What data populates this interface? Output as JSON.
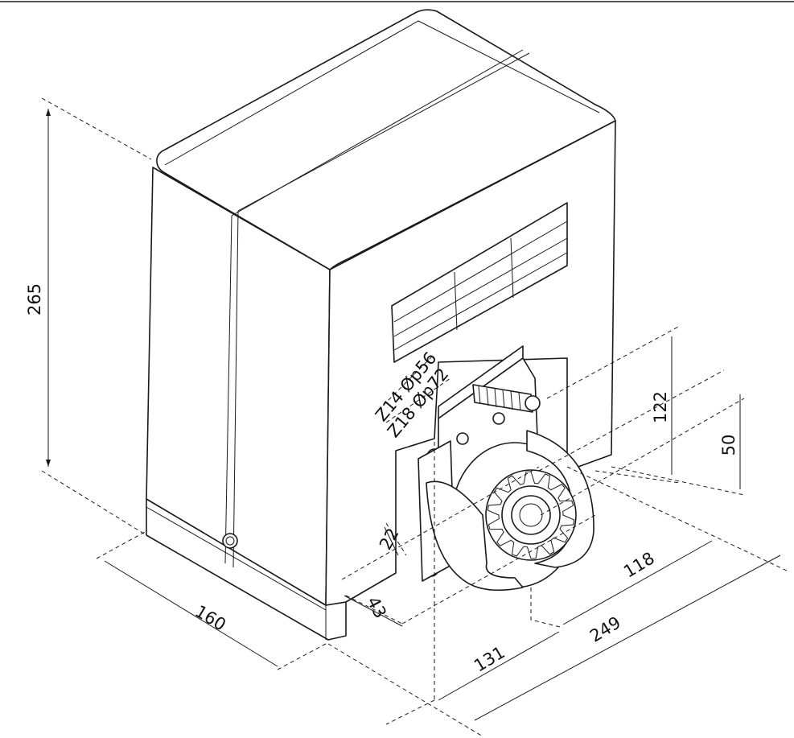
{
  "dimensions": {
    "height_total": "265",
    "depth": "160",
    "pinion_height": "122",
    "pinion_offset": "50",
    "gear_side": "22",
    "shaft_offset": "43",
    "length_front": "131",
    "length_total": "249",
    "pinion_to_end": "118"
  },
  "pinion_specs": {
    "option_1": "Z14 Øp56",
    "option_2": "Z18 Øp72"
  },
  "colors": {
    "line": "#1a1a1a",
    "background": "#ffffff"
  }
}
